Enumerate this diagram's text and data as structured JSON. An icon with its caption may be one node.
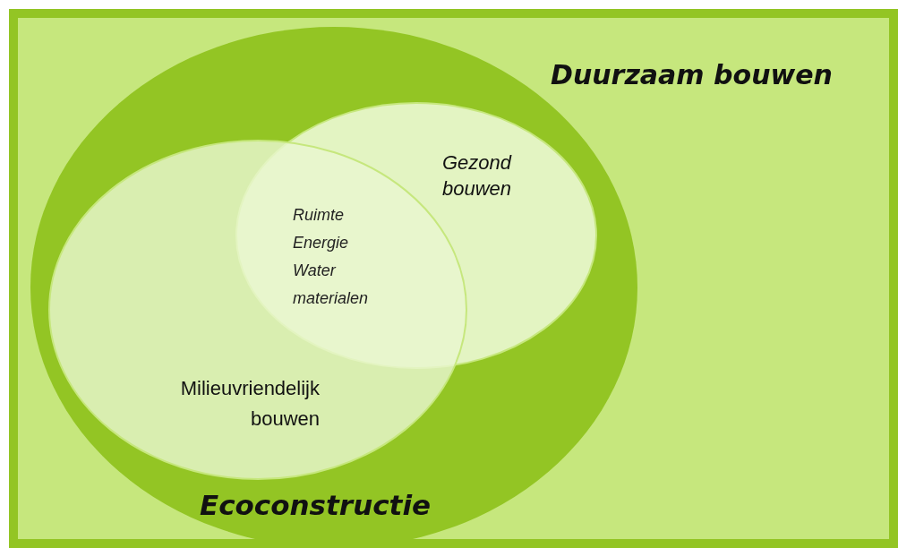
{
  "diagram": {
    "nodes": [
      {
        "text": [
          "Duurzaam bouwen"
        ]
      },
      {
        "text": [
          "Ecoconstructie"
        ],
        "in": 0
      },
      {
        "text": [
          "Gezond bouwen"
        ],
        "in": 1
      },
      {
        "text": [
          "Milieuvriendelijk bouwen"
        ],
        "in": 1
      }
    ],
    "labels": [
      "Ruimte",
      "Energie",
      "Water",
      "materialen"
    ]
  }
}
